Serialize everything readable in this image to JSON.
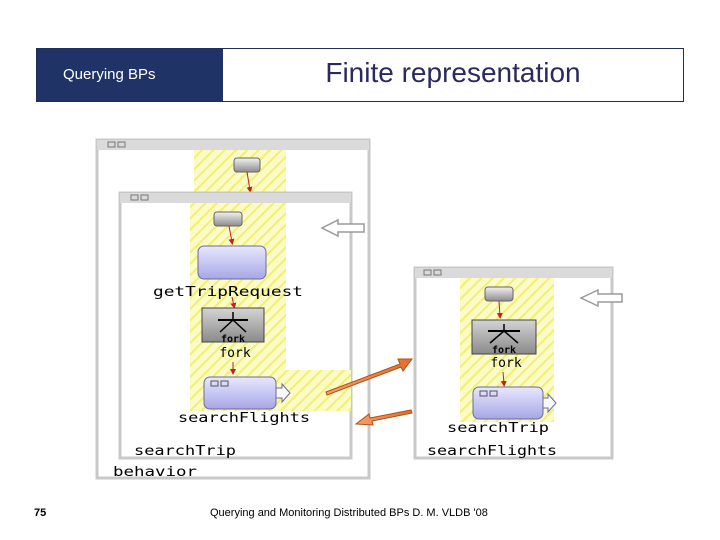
{
  "header": {
    "section_label": "Querying  BPs",
    "title": "Finite representation"
  },
  "diagram": {
    "left": {
      "outer_label": "behavior",
      "inner_label": "searchTrip",
      "node1_label": "getTripRequest",
      "fork_icon_label": "fork",
      "fork_label": "fork",
      "node3_label": "searchFlights"
    },
    "right": {
      "outer_label": "searchFlights",
      "fork_icon_label": "fork",
      "fork_label": "fork",
      "node_label": "searchTrip"
    }
  },
  "footer": {
    "page_number": "75",
    "citation": "Querying and Monitoring Distributed BPs D. M. VLDB '08"
  }
}
